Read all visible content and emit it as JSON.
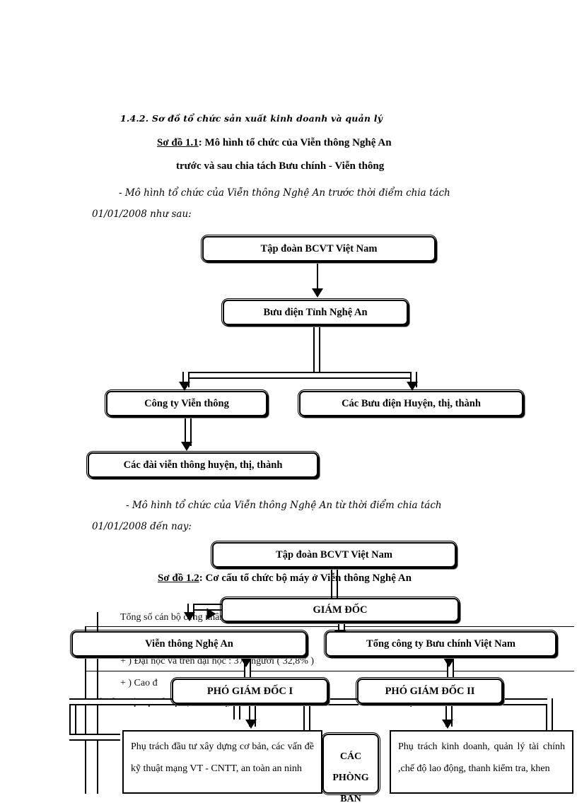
{
  "document": {
    "section_heading": "1.4.2. Sơ đồ tổ chức sản xuất kinh doanh và quản lý",
    "diagram1_title_label": "Sơ đồ 1.1",
    "diagram1_title_rest": ": Mô hình tổ chức của Viễn thông Nghệ An",
    "diagram1_title_line2": "trước và sau chia tách Bưu chính - Viễn thông",
    "intro1_line1": "- Mô hình tổ chức của Viễn thông Nghệ An trước thời điểm chia tách",
    "intro1_line2": "01/01/2008 như sau:",
    "intro2_line1": "- Mô hình tổ chức của Viễn thông Nghệ An từ thời điểm chia tách",
    "intro2_line2": "01/01/2008 đến nay:",
    "diagram2_title_label": "Sơ đồ 1.2",
    "diagram2_title_rest": ": Cơ cấu tổ chức bộ máy ở Viễn thông Nghệ An"
  },
  "diagram1": {
    "nodes": [
      {
        "id": "tap-doan",
        "label": "Tập đoàn BCVT Việt Nam"
      },
      {
        "id": "buu-dien-tinh",
        "label": "Bưu điện Tỉnh Nghệ An"
      },
      {
        "id": "cong-ty-vien-thong",
        "label": "Công ty Viễn thông"
      },
      {
        "id": "buu-dien-huyen",
        "label": "Các  Bưu điện Huyện, thị, thành"
      },
      {
        "id": "cac-dai-vien-thong",
        "label": "Các đài viễn thông huyện, thị, thành"
      }
    ]
  },
  "diagram2": {
    "nodes": [
      {
        "id": "tap-doan-2",
        "label": "Tập đoàn BCVT Việt Nam"
      },
      {
        "id": "giam-doc",
        "label": "GIÁM ĐỐC"
      },
      {
        "id": "vien-thong-nghe-an",
        "label": "Viễn thông Nghệ An"
      },
      {
        "id": "tong-cong-ty-buu-chinh",
        "label": "Tổng công ty Bưu chính Việt  Nam"
      },
      {
        "id": "pho-giam-doc-1",
        "label": "PHÓ GIÁM ĐỐC I"
      },
      {
        "id": "pho-giam-doc-2",
        "label": "PHÓ GIÁM ĐỐC II"
      },
      {
        "id": "cac-phong-ban",
        "label": "CÁC PHÒNG BAN"
      },
      {
        "id": "phu-trach-dau-tu",
        "label": "Phụ trách đầu tư xây dựng cơ bản, các vấn đề kỹ thuật mạng VT - CNTT, an toàn an ninh"
      },
      {
        "id": "phu-trach-kinh-doanh",
        "label": "Phụ trách kinh doanh, quản lý tài chính ,chế độ lao động, thanh kiểm tra, khen"
      }
    ]
  },
  "overlapped_text": {
    "line1": "Tổng  số cán bộ công nhân viên là 1.1 2 người  trong",
    "line2": "+ ) Đại học và trên đại học : 377 người ( 32,8% )",
    "line3": "+ ) Cao đ",
    "line4_left": "Các đơn vị trực thuộc (21 đơn vị)",
    "line4_pct": ",8 %",
    "line4_right": "Bưu điện tỉnh, thành"
  }
}
